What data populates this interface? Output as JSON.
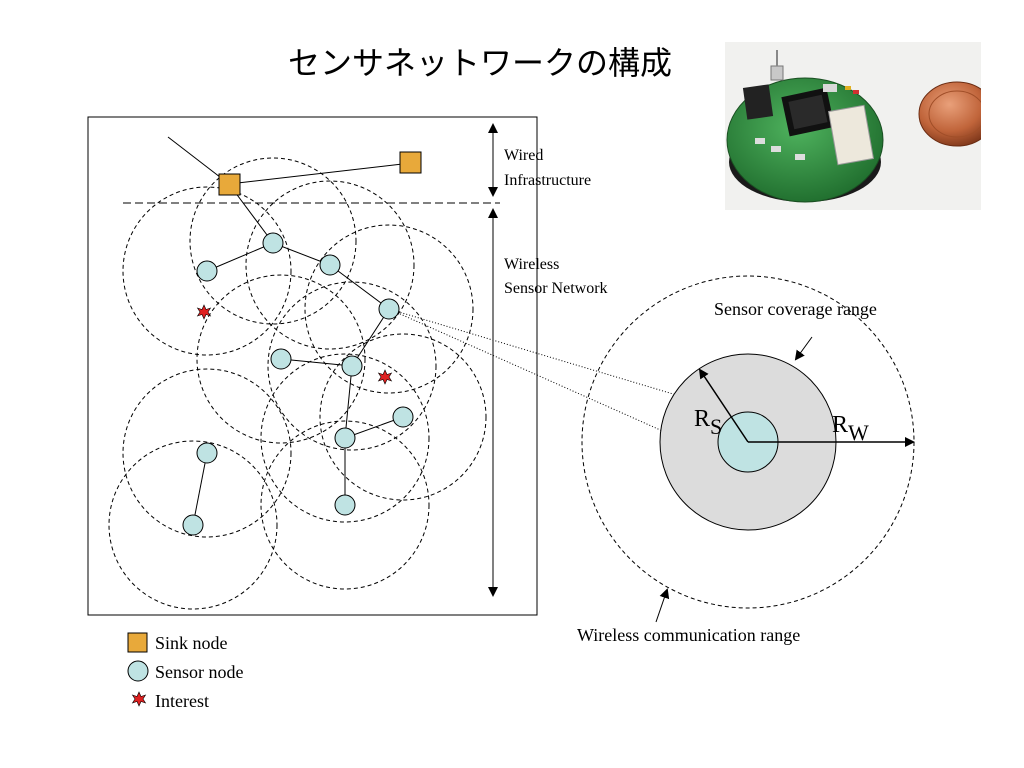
{
  "title": "センサネットワークの構成",
  "labels": {
    "wired": [
      "Wired",
      "Infrastructure"
    ],
    "wireless": [
      "Wireless",
      "Sensor Network"
    ],
    "coverage": "Sensor coverage range",
    "communication": "Wireless communication range",
    "rs_main": "R",
    "rs_sub": "S",
    "rw_main": "R",
    "rw_sub": "W"
  },
  "legend": {
    "sink": "Sink node",
    "sensor": "Sensor node",
    "interest": "Interest"
  },
  "colors": {
    "sink": "#E8A93A",
    "sensor": "#BFE3E3",
    "interest": "#E02020",
    "coverage": "#DCDCDC",
    "pcb": "#2E8B3E",
    "coin": "#C0643A"
  },
  "photo": {
    "icon": "sensor-mote-photo"
  }
}
